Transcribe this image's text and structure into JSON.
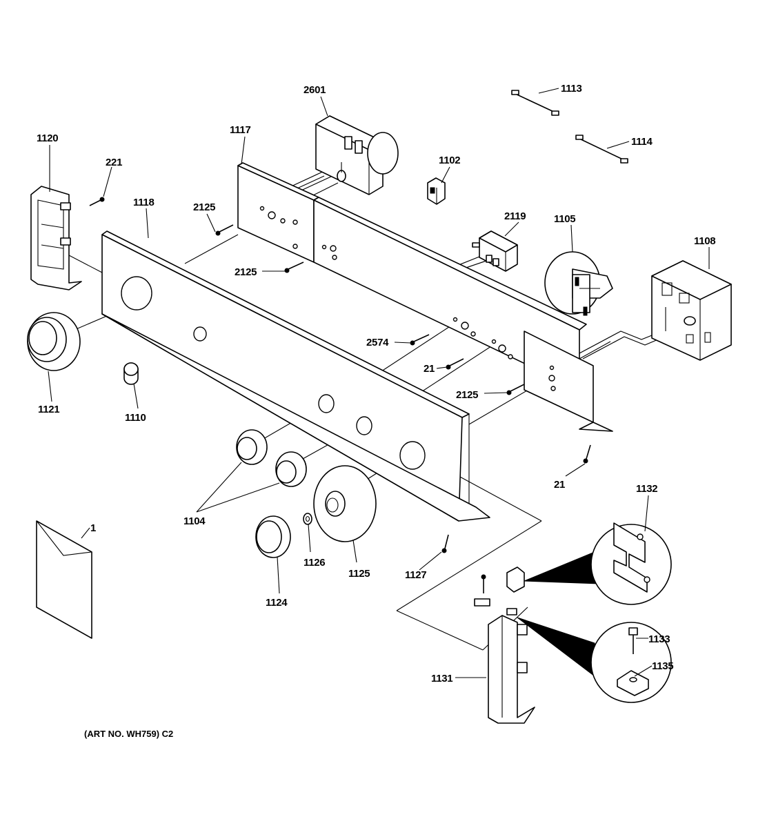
{
  "labels": {
    "p2601": "2601",
    "p1113": "1113",
    "p1114": "1114",
    "p1120": "1120",
    "p221": "221",
    "p1117": "1117",
    "p1102": "1102",
    "p1118": "1118",
    "p2125a": "2125",
    "p2119": "2119",
    "p1105": "1105",
    "p1108": "1108",
    "p2125b": "2125",
    "p2574": "2574",
    "p21a": "21",
    "p2125c": "2125",
    "p1121": "1121",
    "p1110": "1110",
    "p21b": "21",
    "p1132": "1132",
    "p1104": "1104",
    "p1": "1",
    "p1126": "1126",
    "p1125": "1125",
    "p1127": "1127",
    "p1124": "1124",
    "p1133": "1133",
    "p1135": "1135",
    "p1131": "1131"
  },
  "art_note": "(ART NO. WH759) C2"
}
